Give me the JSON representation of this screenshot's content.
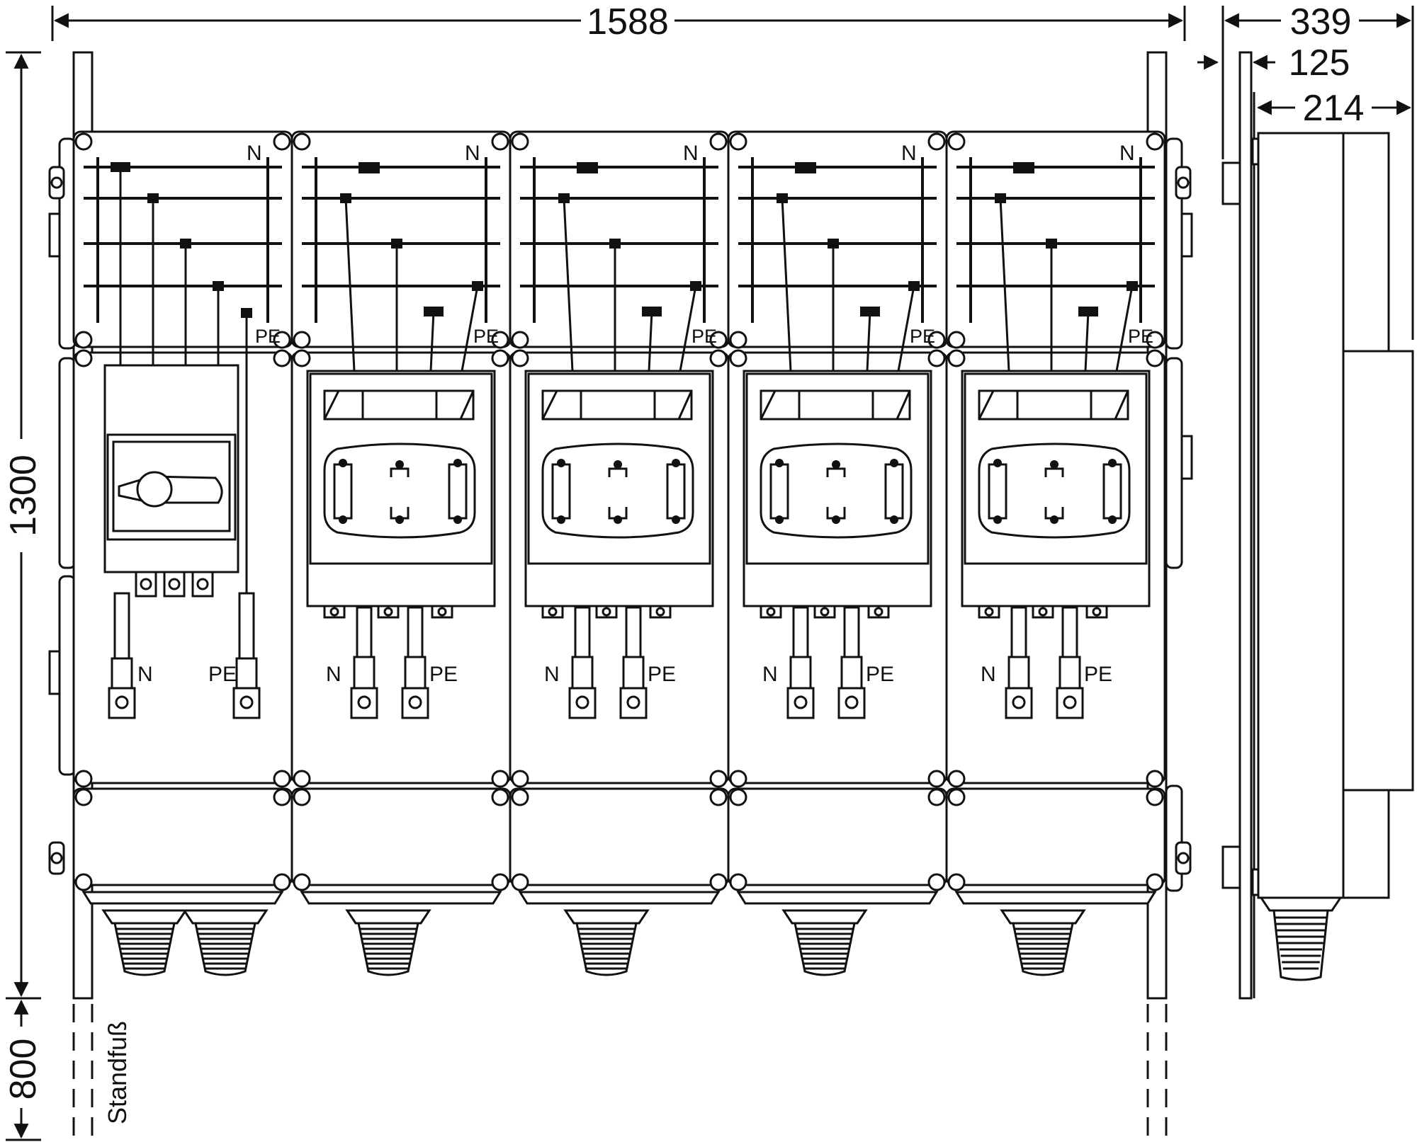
{
  "dimensions": {
    "total_width": "1588",
    "total_height": "1300",
    "foot_height": "800",
    "depth_overall": "339",
    "depth_mount": "125",
    "depth_housing": "214"
  },
  "labels": {
    "neutral": "N",
    "protective_earth": "PE",
    "foot": "Standfuß"
  },
  "colors": {
    "line": "#111111",
    "background": "#ffffff"
  },
  "modules": [
    {
      "type": "main-switch"
    },
    {
      "type": "fuse-switch-disconnector"
    },
    {
      "type": "fuse-switch-disconnector"
    },
    {
      "type": "fuse-switch-disconnector"
    },
    {
      "type": "fuse-switch-disconnector"
    }
  ]
}
